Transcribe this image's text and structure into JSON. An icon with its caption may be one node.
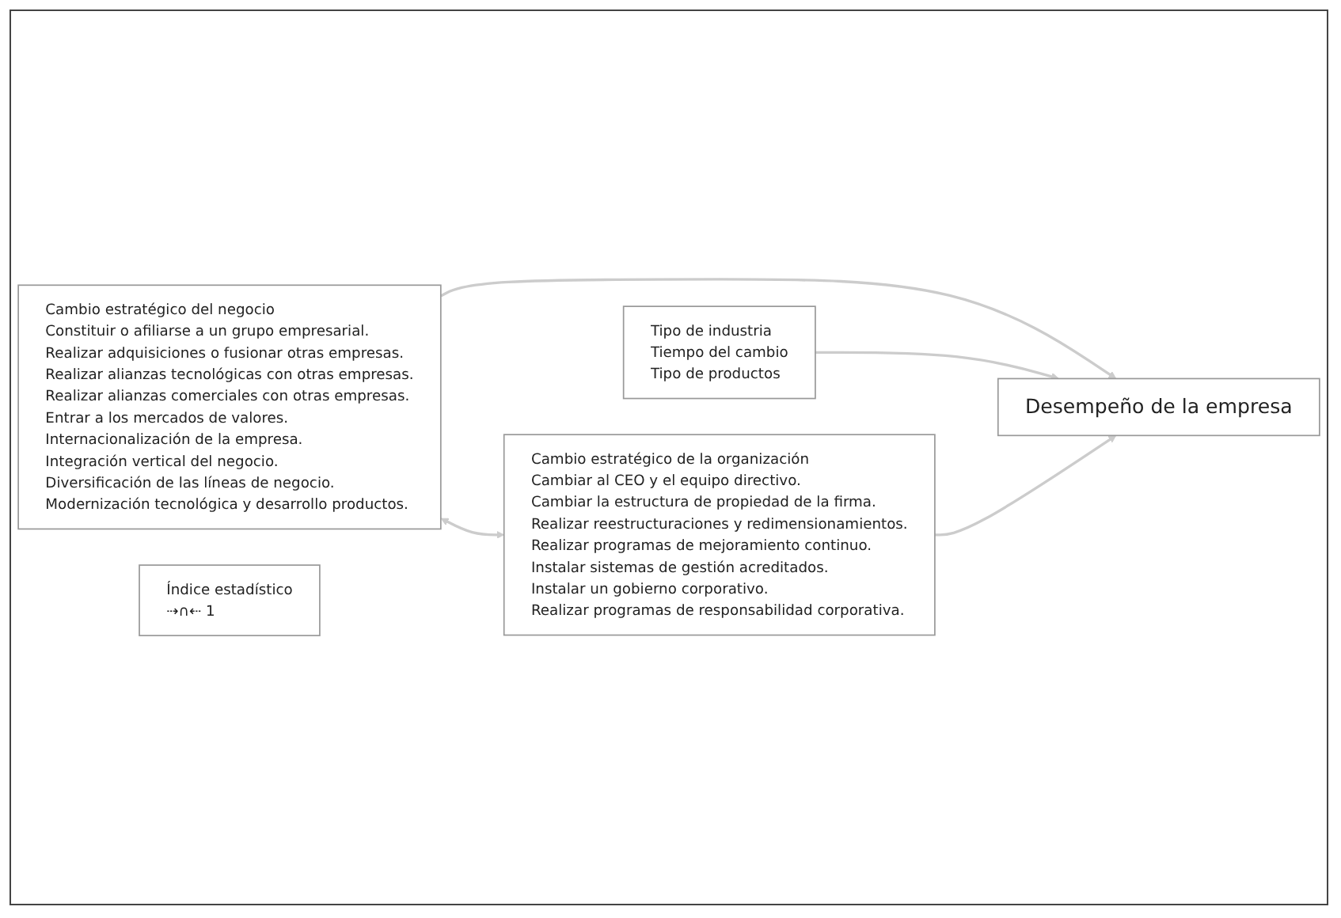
{
  "diagram": {
    "nodes": [
      {
        "text": [
          "Cambio estratégico del negocio",
          "Constituir o afiliarse a un grupo empresarial.",
          "Realizar adquisiciones o fusionar otras empresas.",
          "Realizar alianzas tecnológicas con otras empresas.",
          "Realizar alianzas comerciales con otras empresas.",
          "Entrar a los mercados de valores.",
          "Internacionalización de la empresa.",
          "Integración vertical del negocio.",
          "Diversificación de las líneas de negocio.",
          "Modernización tecnológica y desarrollo productos."
        ]
      },
      {
        "text": [
          "Cambio estratégico de la organización",
          "Cambiar al CEO y el equipo directivo.",
          "Cambiar la estructura de propiedad de la firma.",
          "Realizar reestructuraciones y redimensionamientos.",
          "Realizar programas de mejoramiento continuo.",
          "Instalar sistemas de gestión acreditados.",
          "Instalar un gobierno corporativo.",
          "Realizar programas de responsabilidad corporativa."
        ]
      },
      {
        "text": [
          "Tipo de industria",
          "Tiempo del cambio",
          "Tipo de productos"
        ]
      },
      {
        "text": [
          "Desempeño de la empresa"
        ]
      },
      {
        "text": [
          "Índice estadístico",
          "⇢∩⇠ 1"
        ]
      }
    ],
    "edges": [
      {
        "from": 0,
        "to": 1,
        "arrow": "both"
      },
      {
        "from": 0,
        "to": 3,
        "arrow": "to"
      },
      {
        "from": 2,
        "to": 3,
        "arrow": "to"
      },
      {
        "from": 1,
        "to": 3,
        "arrow": "to"
      }
    ]
  }
}
